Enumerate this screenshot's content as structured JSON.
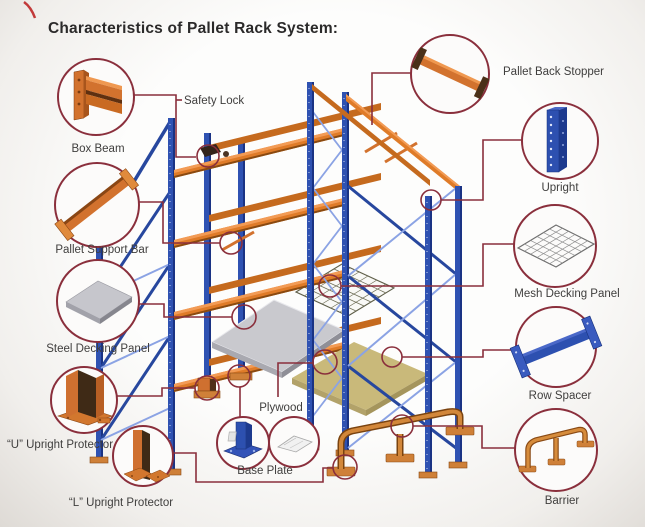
{
  "title": "Characteristics of Pallet Rack System:",
  "callouts": {
    "box_beam": "Box Beam",
    "safety_lock": "Safety Lock",
    "pallet_support_bar": "Pallet Support Bar",
    "steel_decking_panel": "Steel Decking Panel",
    "u_upright_protector": "“U”  Upright Protector",
    "l_upright_protector": "“L”  Upright Protector",
    "pallet_back_stopper": "Pallet Back Stopper",
    "upright": "Upright",
    "mesh_decking_panel": "Mesh Decking Panel",
    "row_spacer": "Row Spacer",
    "plywood": "Plywood",
    "base_plate": "Base Plate",
    "barrier": "Barrier"
  },
  "colors": {
    "callout_line": "#8a2f3c",
    "beam_orange": "#df7b28",
    "upright_blue": "#2f52b2",
    "label_text": "#3f3e3d"
  }
}
